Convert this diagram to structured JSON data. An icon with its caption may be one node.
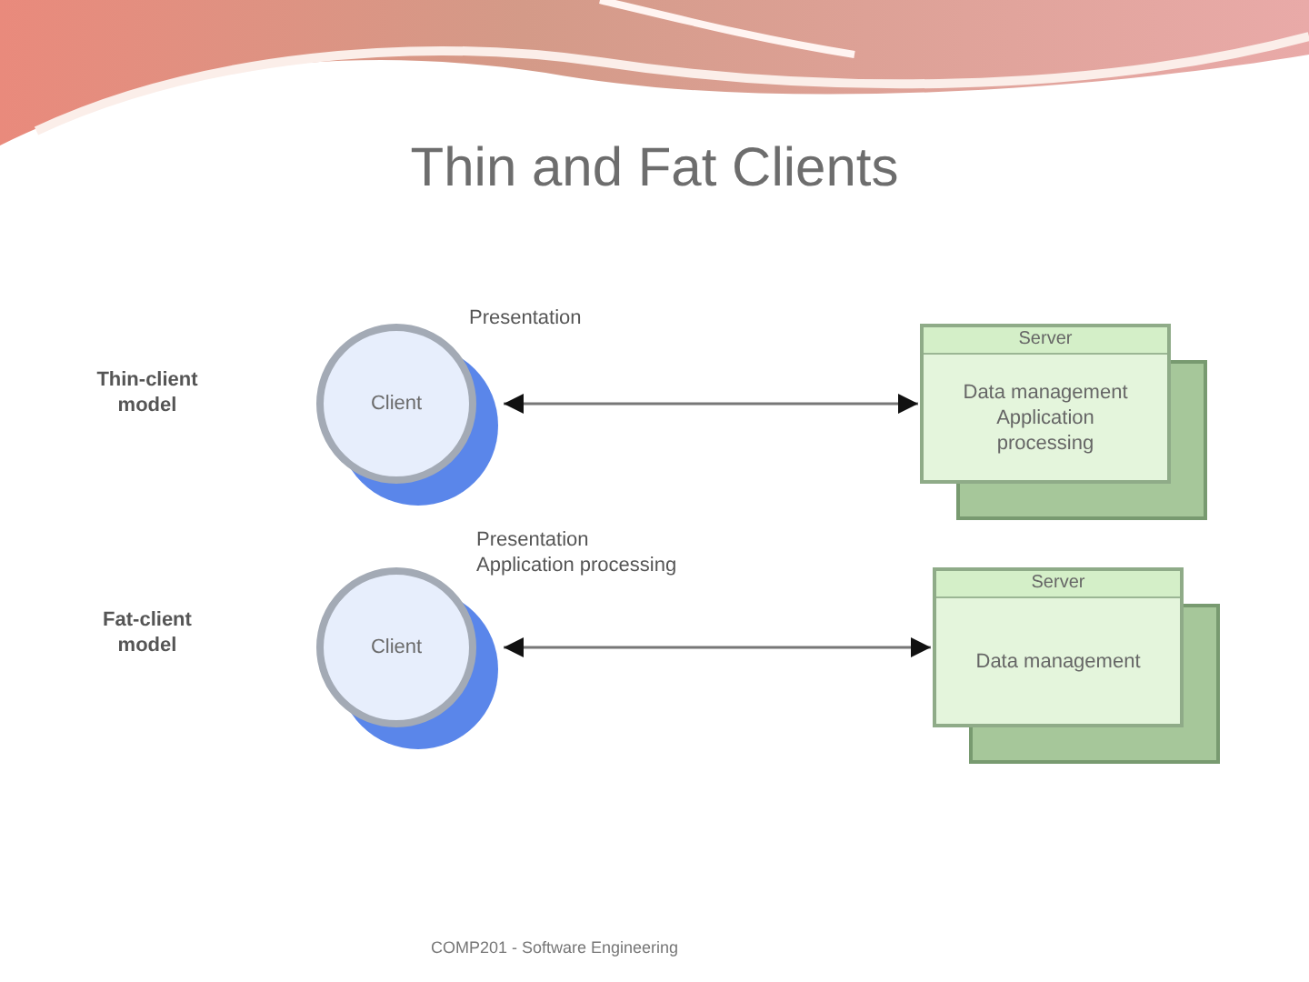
{
  "diagram": {
    "title": "Thin and Fat Clients",
    "nodes": [
      {
        "text": [
          "Client"
        ],
        "beside": [
          "Presentation"
        ]
      },
      {
        "text": [
          "Server",
          "Data management Application processing"
        ]
      },
      {
        "text": [
          "Client"
        ],
        "beside": [
          "Presentation Application processing"
        ]
      },
      {
        "text": [
          "Server",
          "Data management"
        ]
      }
    ],
    "edges": [
      {
        "from": 0,
        "to": 1,
        "arrow": "both"
      },
      {
        "from": 2,
        "to": 3,
        "arrow": "both"
      }
    ],
    "labels": [
      "Thin-client model",
      "Fat-client model",
      "COMP201 - Software Engineering"
    ]
  }
}
